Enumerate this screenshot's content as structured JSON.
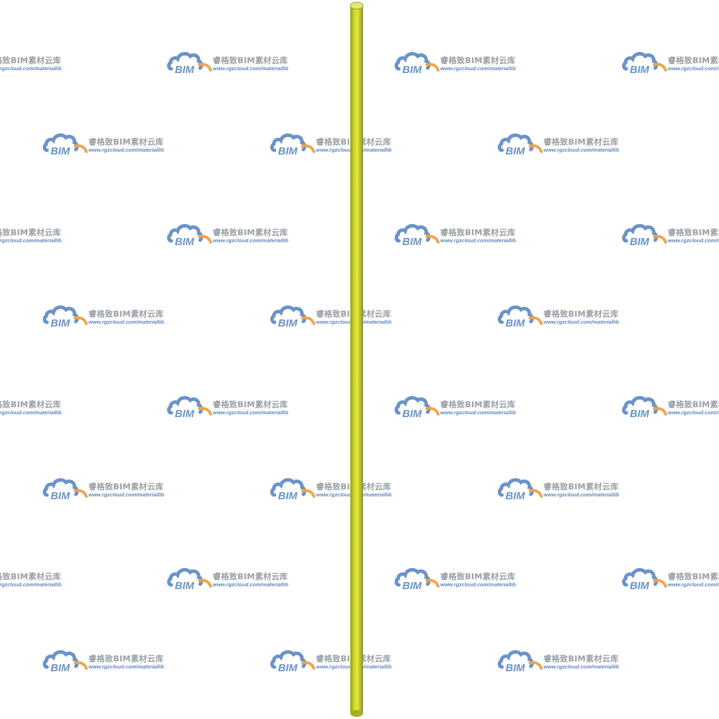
{
  "watermark": {
    "logo_text": "BIM",
    "brand_text": "睿格致BIM素材云库",
    "url_text": "www.rgzcloud.com/materiallib",
    "colors": {
      "cloud": "#6a93c8",
      "swoosh": "#f0a44a",
      "brand": "#9aa0a6",
      "url": "#5f87c0"
    }
  },
  "object": {
    "shape": "vertical cylindrical rod",
    "color": "#d4d42a"
  }
}
